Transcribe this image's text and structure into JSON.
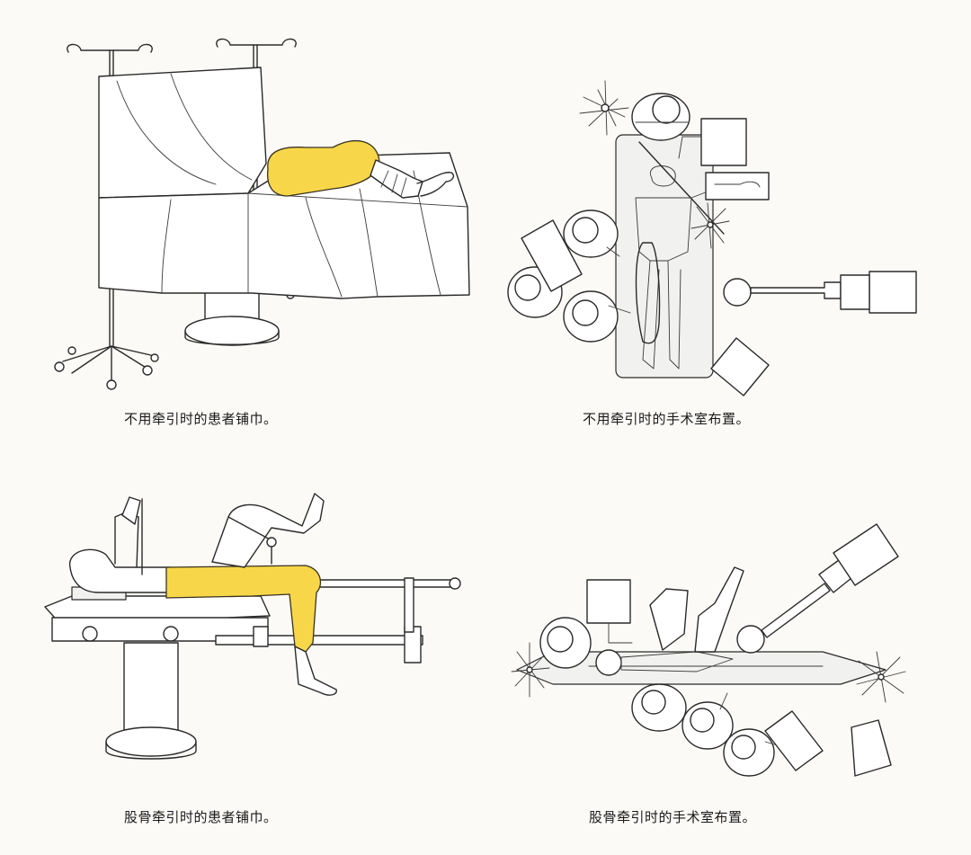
{
  "figure": {
    "captions": {
      "drape_no_traction": "不用牵引时的患者铺巾。",
      "room_no_traction": "不用牵引时的手术室布置。",
      "drape_femoral_traction": "股骨牵引时的患者铺巾。",
      "room_femoral_traction": "股骨牵引时的手术室布置。"
    },
    "colors": {
      "highlight": "#f7d749",
      "line": "#2a2a2a",
      "background": "#fbfaf7"
    }
  }
}
